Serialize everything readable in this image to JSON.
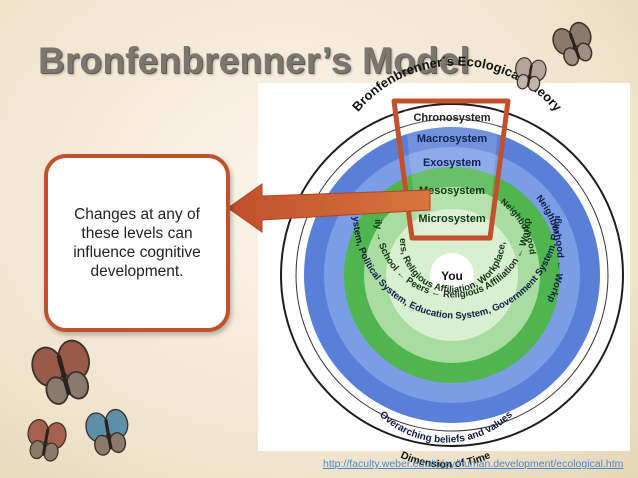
{
  "slide": {
    "title": "Bronfenbrenner’s Model",
    "callout_text": "Changes at any of these levels can influence cognitive development.",
    "source_link": "http://faculty.weber.edu/tlday/human.development/ecological.htm"
  },
  "diagram": {
    "title": "Bronfenbrenner´s Ecological Theory",
    "levels": [
      "Chronosystem",
      "Macrosystem",
      "Exosystem",
      "Mesosystem",
      "Microsystem"
    ],
    "center": "You",
    "ring_texts": {
      "dimension_of_time": "Dimension of Time",
      "overarching": "Overarching beliefs and values",
      "exo_arc": "Economic System, Political System, Education System, Government System, Religious System",
      "neighbor_workplace": "Neighborhood ← Workplace",
      "meso_arc": "Family → School ← Peers ← Religious Affiliation ← Workplace",
      "neighborhood_small": "Neighborhood",
      "inner_arc": "Family, School, Peers, Religious Affiliation, Workplace, and Neighborhood"
    },
    "colors": {
      "accent_red": "#c1502c",
      "deep_blue": "#5a7fd8",
      "mid_blue": "#7b9de6",
      "light_blue": "#a9c0ee",
      "dark_green": "#4fb64f",
      "light_green": "#a9dca0",
      "pale_green": "#d8f0cf"
    }
  }
}
